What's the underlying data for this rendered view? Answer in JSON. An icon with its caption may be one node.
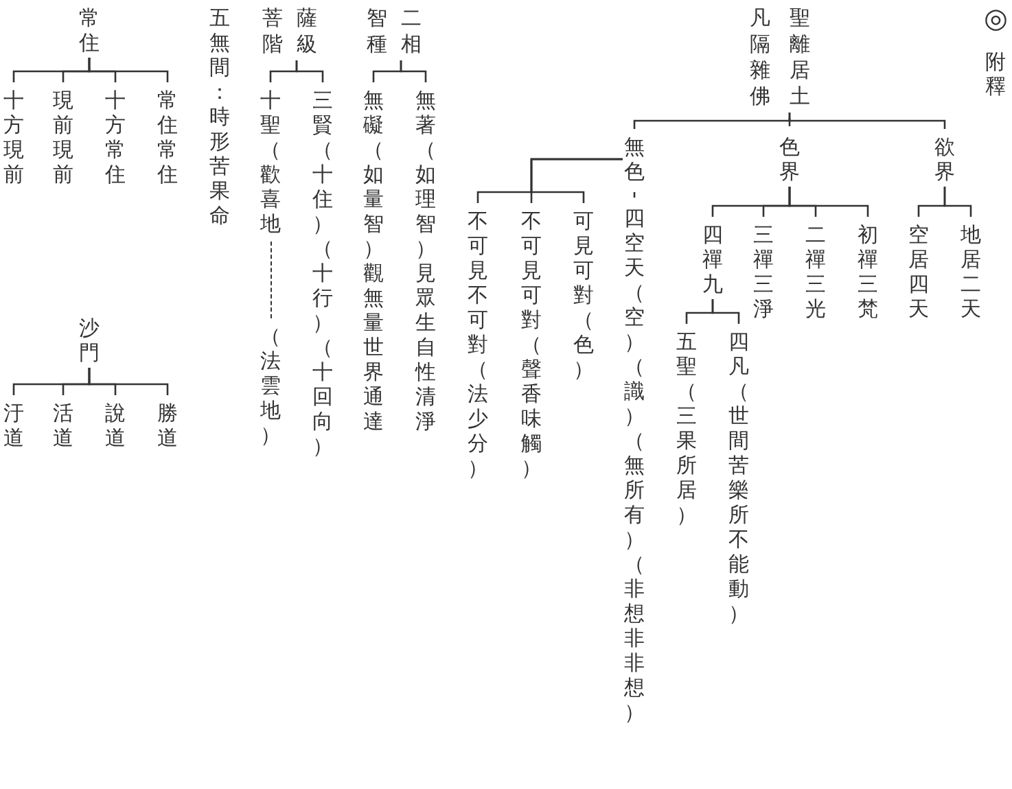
{
  "diagram": {
    "nodes": [
      {
        "text": [
          "凡聖隔離雜居佛土"
        ]
      },
      {
        "text": [
          "欲界"
        ]
      },
      {
        "text": [
          "色界"
        ]
      },
      {
        "text": [
          "無色"
        ]
      },
      {
        "text": [
          "地居二天"
        ]
      },
      {
        "text": [
          "空居四天"
        ]
      },
      {
        "text": [
          "初禪三梵"
        ]
      },
      {
        "text": [
          "二禪三光"
        ]
      },
      {
        "text": [
          "三禪三淨"
        ]
      },
      {
        "text": [
          "四禪九"
        ]
      },
      {
        "text": [
          "四凡（世間苦樂所不能動）"
        ]
      },
      {
        "text": [
          "五聖（三果所居）"
        ]
      },
      {
        "text": [
          "四空天（空）（識）（無所有）（非想非非想）"
        ]
      },
      {
        "text": [
          "可見可對（色）"
        ]
      },
      {
        "text": [
          "不可見可對（聲香味觸）"
        ]
      },
      {
        "text": [
          "不可見不可對（法少分）"
        ]
      },
      {
        "text": [
          "智二種相"
        ]
      },
      {
        "text": [
          "無著（如理智）見眾生自性清淨"
        ]
      },
      {
        "text": [
          "無礙（如量智）觀無量世界通達"
        ]
      },
      {
        "text": [
          "菩薩階級"
        ]
      },
      {
        "text": [
          "三賢（十住）（十行）（十回向）"
        ]
      },
      {
        "text": [
          "十聖（歡喜地",
          "（法雲地）"
        ]
      },
      {
        "text": [
          "常住"
        ]
      },
      {
        "text": [
          "常住常住"
        ]
      },
      {
        "text": [
          "十方常住"
        ]
      },
      {
        "text": [
          "現前現前"
        ]
      },
      {
        "text": [
          "十方現前"
        ]
      },
      {
        "text": [
          "沙門"
        ]
      },
      {
        "text": [
          "勝道"
        ]
      },
      {
        "text": [
          "說道"
        ]
      },
      {
        "text": [
          "活道"
        ]
      },
      {
        "text": [
          "汙道"
        ]
      }
    ],
    "edges": [
      {
        "from": 0,
        "to": 1,
        "arrow": "none"
      },
      {
        "from": 0,
        "to": 2,
        "arrow": "none"
      },
      {
        "from": 0,
        "to": 3,
        "arrow": "none"
      },
      {
        "from": 1,
        "to": 4,
        "arrow": "none"
      },
      {
        "from": 1,
        "to": 5,
        "arrow": "none"
      },
      {
        "from": 2,
        "to": 6,
        "arrow": "none"
      },
      {
        "from": 2,
        "to": 7,
        "arrow": "none"
      },
      {
        "from": 2,
        "to": 8,
        "arrow": "none"
      },
      {
        "from": 2,
        "to": 9,
        "arrow": "none"
      },
      {
        "from": 9,
        "to": 10,
        "arrow": "none"
      },
      {
        "from": 9,
        "to": 11,
        "arrow": "none"
      },
      {
        "from": 3,
        "to": 12,
        "arrow": "none"
      },
      {
        "from": 3,
        "to": 13,
        "arrow": "none"
      },
      {
        "from": 3,
        "to": 14,
        "arrow": "none"
      },
      {
        "from": 3,
        "to": 15,
        "arrow": "none"
      },
      {
        "from": 16,
        "to": 17,
        "arrow": "none"
      },
      {
        "from": 16,
        "to": 18,
        "arrow": "none"
      },
      {
        "from": 19,
        "to": 20,
        "arrow": "none"
      },
      {
        "from": 19,
        "to": 21,
        "arrow": "none"
      },
      {
        "from": 22,
        "to": 23,
        "arrow": "none"
      },
      {
        "from": 22,
        "to": 24,
        "arrow": "none"
      },
      {
        "from": 22,
        "to": 25,
        "arrow": "none"
      },
      {
        "from": 22,
        "to": 26,
        "arrow": "none"
      },
      {
        "from": 27,
        "to": 28,
        "arrow": "none"
      },
      {
        "from": 27,
        "to": 29,
        "arrow": "none"
      },
      {
        "from": 27,
        "to": 30,
        "arrow": "none"
      },
      {
        "from": 27,
        "to": 31,
        "arrow": "none"
      }
    ],
    "labels": [
      "◎",
      "附釋",
      "五無間：時形苦果命"
    ]
  }
}
